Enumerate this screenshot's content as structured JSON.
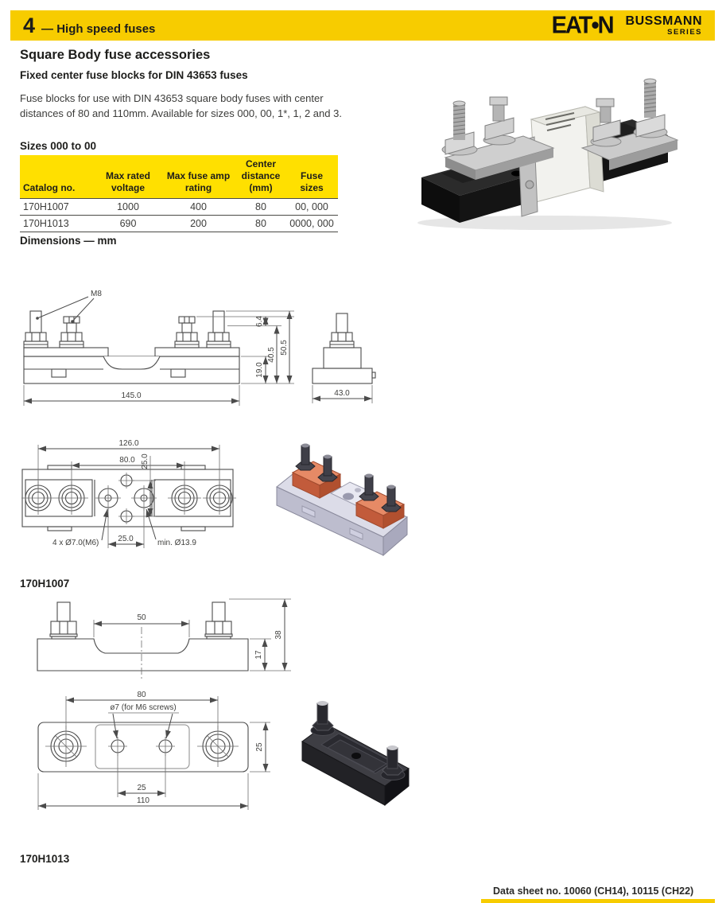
{
  "header": {
    "chapter_number": "4",
    "chapter_title": "— High speed fuses",
    "logo_text": "EAT•N",
    "brand": "BUSSMANN",
    "brand_sub": "SERIES"
  },
  "intro": {
    "title": "Square Body fuse accessories",
    "subtitle": "Fixed center fuse blocks for DIN 43653 fuses",
    "body": "Fuse blocks for use with DIN 43653 square body fuses with center distances of 80 and 110mm. Available for sizes 000, 00, 1*, 1, 2 and 3.",
    "sizes_heading": "Sizes 000 to 00"
  },
  "table": {
    "headers": [
      "Catalog no.",
      "Max rated voltage",
      "Max fuse amp rating",
      "Center distance (mm)",
      "Fuse sizes"
    ],
    "rows": [
      [
        "170H1007",
        "1000",
        "400",
        "80",
        "00, 000"
      ],
      [
        "170H1013",
        "690",
        "200",
        "80",
        "0000, 000"
      ]
    ]
  },
  "dimensions_heading": "Dimensions — mm",
  "labels": {
    "p1007": "170H1007",
    "p1013": "170H1013"
  },
  "d1": {
    "m8": "M8",
    "w": "145.0",
    "h1": "6.4",
    "h2": "40.5",
    "h3": "50.5",
    "h4": "19.0",
    "side_w": "43.0"
  },
  "d2": {
    "w1": "126.0",
    "w2": "80.0",
    "v25": "25.0",
    "h25": "25.0",
    "holes": "4 x Ø7.0(M6)",
    "min": "min. Ø13.9"
  },
  "d3": {
    "w50": "50",
    "h38": "38",
    "h17": "17"
  },
  "d4": {
    "w80": "80",
    "note": "ø7  (for M6 screws)",
    "h25": "25",
    "w110": "110",
    "v25": "25"
  },
  "footer": {
    "datasheet": "Data sheet no. 10060 (CH14), 10115 (CH22)"
  }
}
